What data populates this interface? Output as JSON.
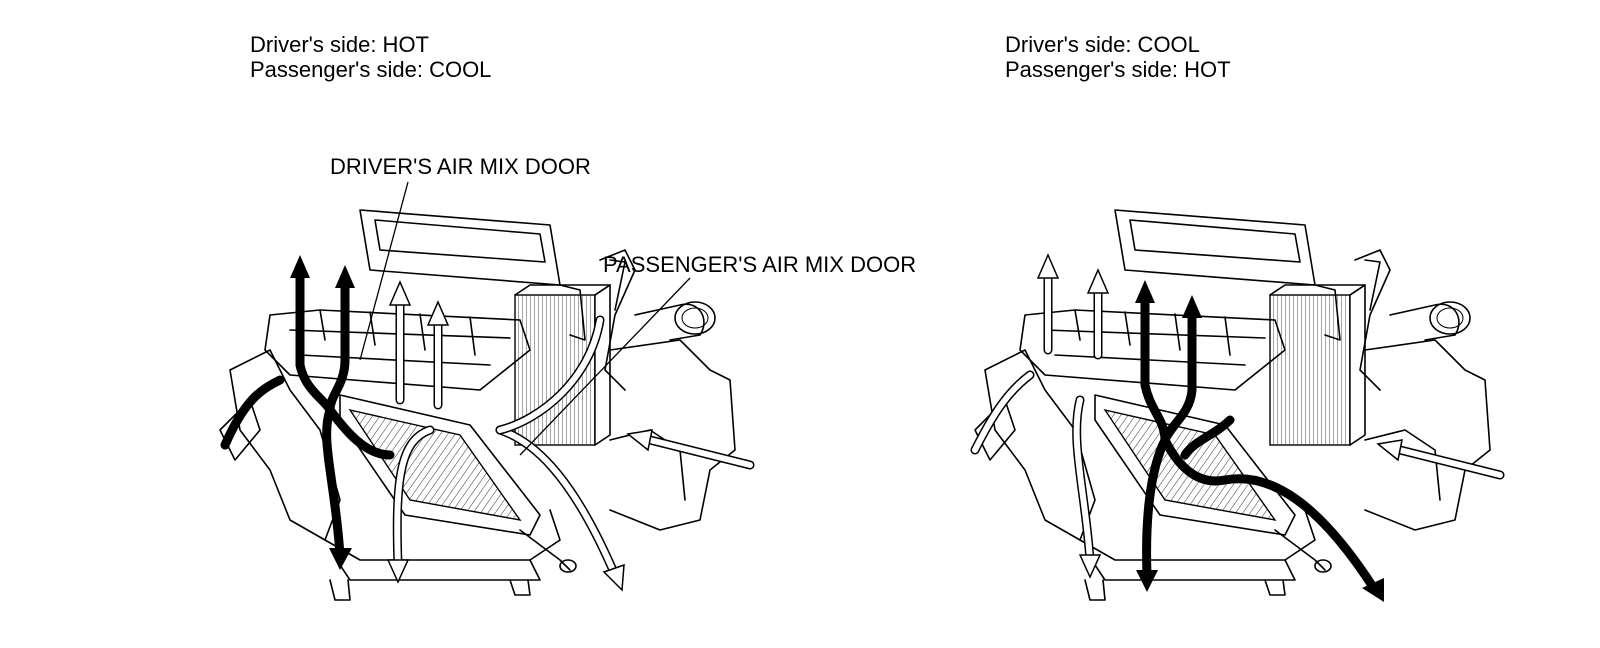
{
  "left_panel": {
    "driver_side": "Driver's side: HOT",
    "passenger_side": "Passenger's side: COOL",
    "label_driver_door": "DRIVER'S AIR MIX DOOR",
    "label_passenger_door": "PASSENGER'S AIR MIX DOOR"
  },
  "right_panel": {
    "driver_side": "Driver's side: COOL",
    "passenger_side": "Passenger's side: HOT"
  }
}
